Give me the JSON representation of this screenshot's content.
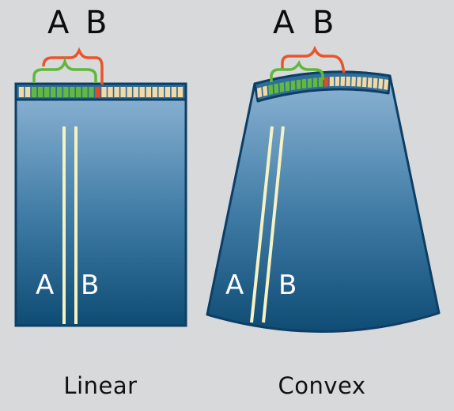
{
  "panels": {
    "linear": {
      "caption": "Linear",
      "beam_label_a": "A",
      "beam_label_b": "B",
      "probe_label_a": "A",
      "probe_label_b": "B"
    },
    "convex": {
      "caption": "Convex",
      "beam_label_a": "A",
      "beam_label_b": "B",
      "probe_label_a": "A",
      "probe_label_b": "B"
    }
  },
  "colors": {
    "background": "#d8d9da",
    "field_top": "#8fb6d6",
    "field_bottom": "#0f4c74",
    "border": "#0d3f66",
    "beam_line": "#f5f2c4",
    "bracket_a": "#5fb83a",
    "bracket_b": "#e8552b",
    "element_active_a": "#63b83e",
    "element_active_b": "#e84a20",
    "element_idle": "#f2d9a6"
  }
}
